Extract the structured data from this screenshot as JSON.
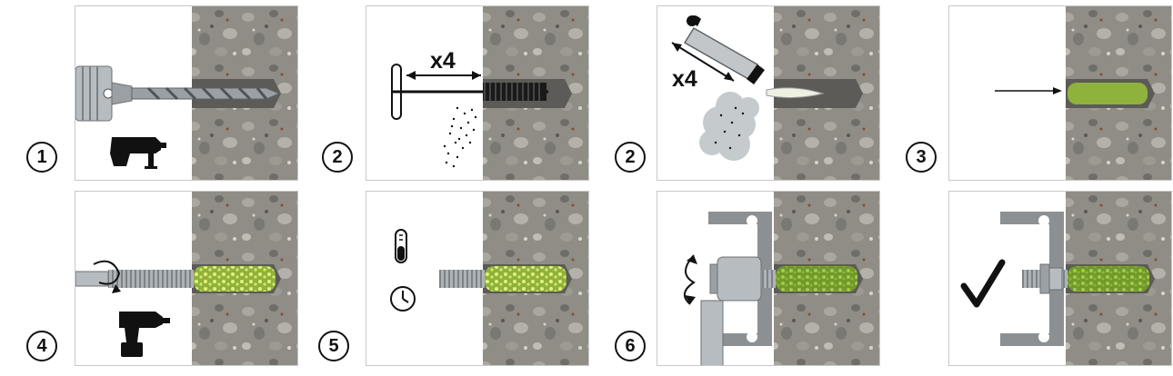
{
  "steps": [
    {
      "number": "1",
      "action": "drill"
    },
    {
      "number": "2",
      "action": "brush",
      "multiplier": "x4"
    },
    {
      "number": "2",
      "action": "blow",
      "multiplier": "x4"
    },
    {
      "number": "3",
      "action": "inject"
    },
    {
      "number": "4",
      "action": "insert"
    },
    {
      "number": "5",
      "action": "cure"
    },
    {
      "number": "6",
      "action": "fix"
    },
    {
      "number": "",
      "action": "done"
    }
  ],
  "colors": {
    "concrete": "#8f8d86",
    "hole": "#5c5b58",
    "mortar": "#8eb23c",
    "mortar_bubbles": "#e6f07a",
    "metal": "#b7bcc0",
    "ink": "#111111",
    "panel_border": "#c8c8c8"
  }
}
